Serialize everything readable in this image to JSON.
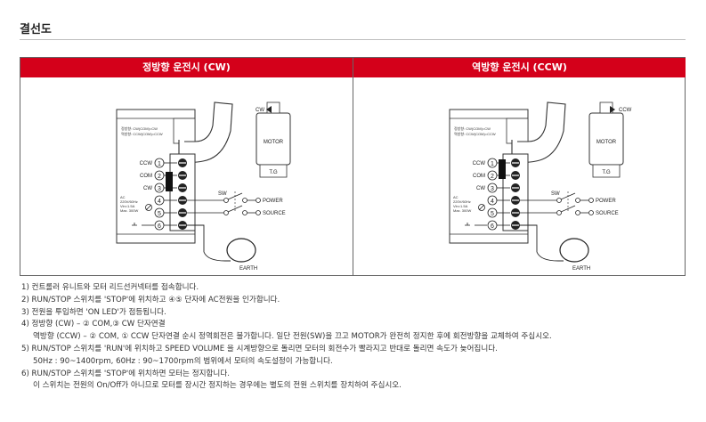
{
  "section_title": "결선도",
  "panels": [
    {
      "header": "정방향 운전시 (CW)",
      "motor_arrow": "CW",
      "spec_lines": [
        "정방향: CW(COM)=CW",
        "역방향: CCW(COM)=CCW"
      ],
      "term_labels": {
        "ccw": "CCW",
        "com": "COM",
        "cw": "CW"
      },
      "ac_lines": [
        "AC",
        "220V/60Hz",
        "Vin=1.5A",
        "Max. 300W"
      ]
    },
    {
      "header": "역방향 운전시 (CCW)",
      "motor_arrow": "CCW",
      "spec_lines": [
        "정방향: CW(COM)=CW",
        "역방향: CCW(COM)=CCW"
      ],
      "term_labels": {
        "ccw": "CCW",
        "com": "COM",
        "cw": "CW"
      },
      "ac_lines": [
        "AC",
        "220V/60Hz",
        "Vin=1.5A",
        "Max. 300W"
      ]
    }
  ],
  "common": {
    "motor": "MOTOR",
    "tg": "T.G",
    "sw": "SW",
    "power": "POWER",
    "source": "SOURCE",
    "earth": "EARTH",
    "terminal_numbers": [
      "1",
      "2",
      "3",
      "4",
      "5",
      "6"
    ]
  },
  "notes": [
    "1) 컨트롤러 유니트와 모터 리드선커넥터를 접속합니다.",
    "2) RUN/STOP 스위치를 'STOP'에 위치하고 ④⑤ 단자에 AC전원을 인가합니다.",
    "3) 전원을 투입하면 'ON LED'가 점등됩니다.",
    "4) 정방향 (CW) – ② COM,③ CW 단자연결",
    "역방향 (CCW) – ② COM, ① CCW 단자연결 순시 정역회전은 불가합니다. 일단 전원(SW)을 끄고 MOTOR가 완전히 정지한 후에 회전방향을 교체하여 주십시오.",
    "5) RUN/STOP 스위치를 'RUN'에 위치하고 SPEED VOLUME 을 시계방향으로 돌리면 모터의 회전수가 빨라지고 반대로 돌리면 속도가 늦어집니다.",
    "50Hz : 90~1400rpm, 60Hz : 90~1700rpm의 범위에서 모터의 속도설정이 가능합니다.",
    "6) RUN/STOP 스위치를 'STOP'에 위치하면 모터는 정지합니다.",
    "이 스위치는 전원의 On/Off가 아니므로 모터를 장시간 정지하는 경우에는 별도의 전원 스위치를 장치하여 주십시오."
  ]
}
